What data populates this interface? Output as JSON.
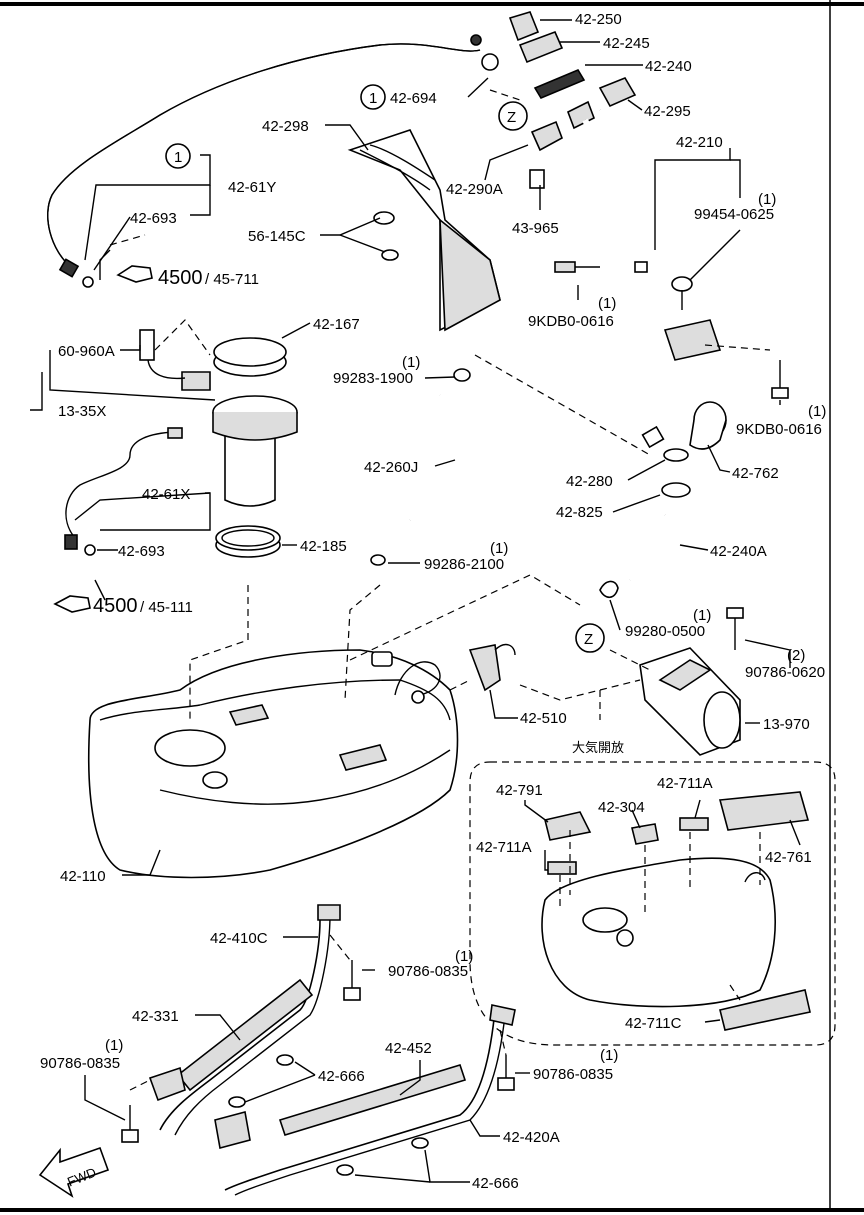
{
  "labels": {
    "p42_250": "42-250",
    "p42_245": "42-245",
    "p42_240": "42-240",
    "p42_694": "42-694",
    "p42_295": "42-295",
    "p42_298": "42-298",
    "p42_210": "42-210",
    "p42_290A": "42-290A",
    "p42_61Y": "42-61Y",
    "p42_693_top": "42-693",
    "p99454": "99454-0625",
    "q99454": "(1)",
    "p56_145C": "56-145C",
    "p43_965": "43-965",
    "p4500_top": "4500",
    "p45_711": "/ 45-711",
    "p9KDB0_a": "9KDB0-0616",
    "q9KDB0_a": "(1)",
    "p42_167": "42-167",
    "p60_960A": "60-960A",
    "p99283": "99283-1900",
    "q99283": "(1)",
    "p13_35X": "13-35X",
    "p9KDB0_b": "9KDB0-0616",
    "q9KDB0_b": "(1)",
    "p42_260J": "42-260J",
    "p42_280": "42-280",
    "p42_762": "42-762",
    "p42_61X": "42-61X",
    "p42_825": "42-825",
    "p42_693_mid": "42-693",
    "p42_185": "42-185",
    "p42_240A": "42-240A",
    "p99286": "99286-2100",
    "q99286": "(1)",
    "p4500_bot": "4500",
    "p45_111": "/ 45-111",
    "p99280": "99280-0500",
    "q99280": "(1)",
    "p90786_0620": "90786-0620",
    "q90786_0620": "(2)",
    "p42_510": "42-510",
    "p13_970": "13-970",
    "atm": "大気開放",
    "p42_791": "42-791",
    "p42_711A_a": "42-711A",
    "p42_304": "42-304",
    "p42_711A_b": "42-711A",
    "p42_761": "42-761",
    "p42_110": "42-110",
    "p42_410C": "42-410C",
    "p90786_0835_a": "90786-0835",
    "q90786_0835_a": "(1)",
    "p42_711C": "42-711C",
    "p42_331": "42-331",
    "p42_452": "42-452",
    "p90786_0835_b": "90786-0835",
    "q90786_0835_b": "(1)",
    "p42_666_a": "42-666",
    "p90786_0835_c": "90786-0835",
    "q90786_0835_c": "(1)",
    "p42_420A": "42-420A",
    "p42_666_b": "42-666",
    "circle_1a": "1",
    "circle_1b": "1",
    "circle_z_a": "Z",
    "circle_z_b": "Z",
    "fwd": "FWD"
  }
}
